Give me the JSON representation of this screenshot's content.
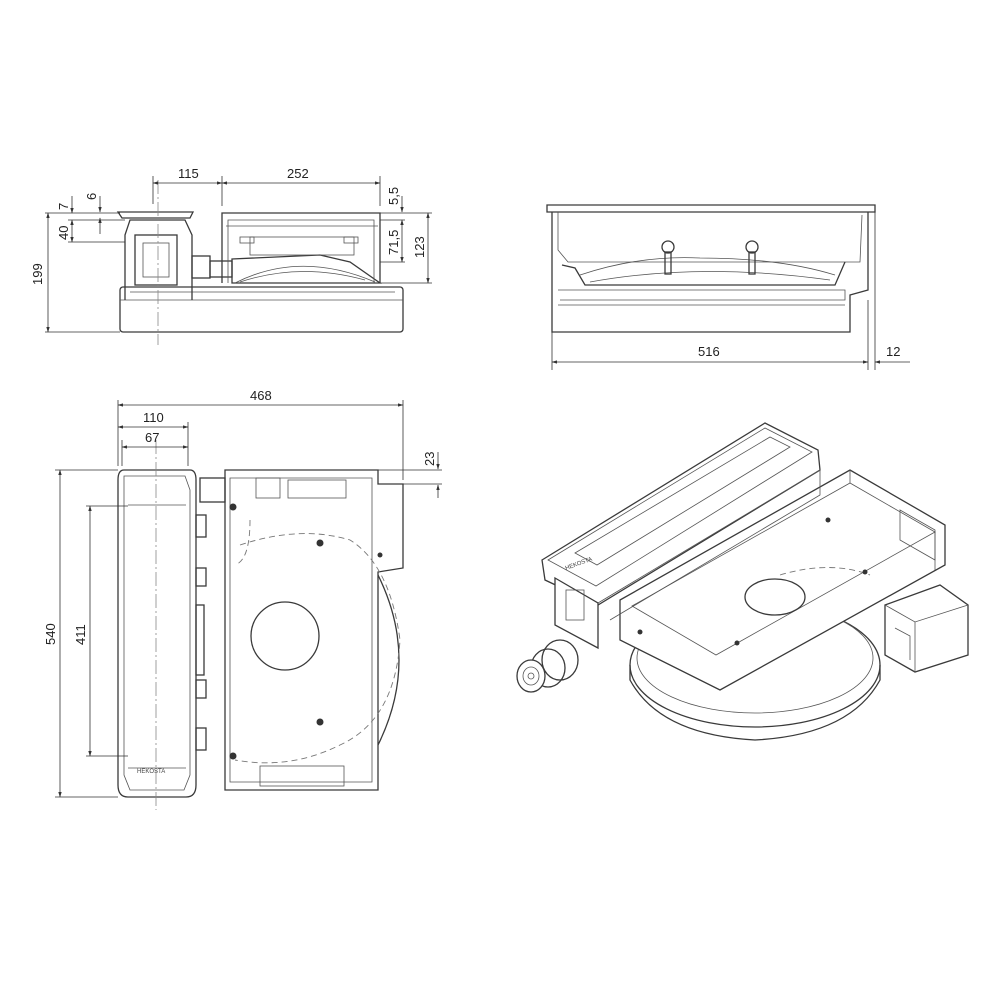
{
  "dimensions": {
    "side_view": {
      "d115": "115",
      "d252": "252",
      "d7": "7",
      "d6": "6",
      "d5_5": "5,5",
      "d40": "40",
      "d71_5": "71,5",
      "d123": "123",
      "d199": "199"
    },
    "front_view": {
      "d516": "516",
      "d12": "12"
    },
    "top_view": {
      "d468": "468",
      "d110": "110",
      "d67": "67",
      "d23": "23",
      "d540": "540",
      "d411": "411"
    }
  },
  "brand_mark": "HEKOSTA"
}
